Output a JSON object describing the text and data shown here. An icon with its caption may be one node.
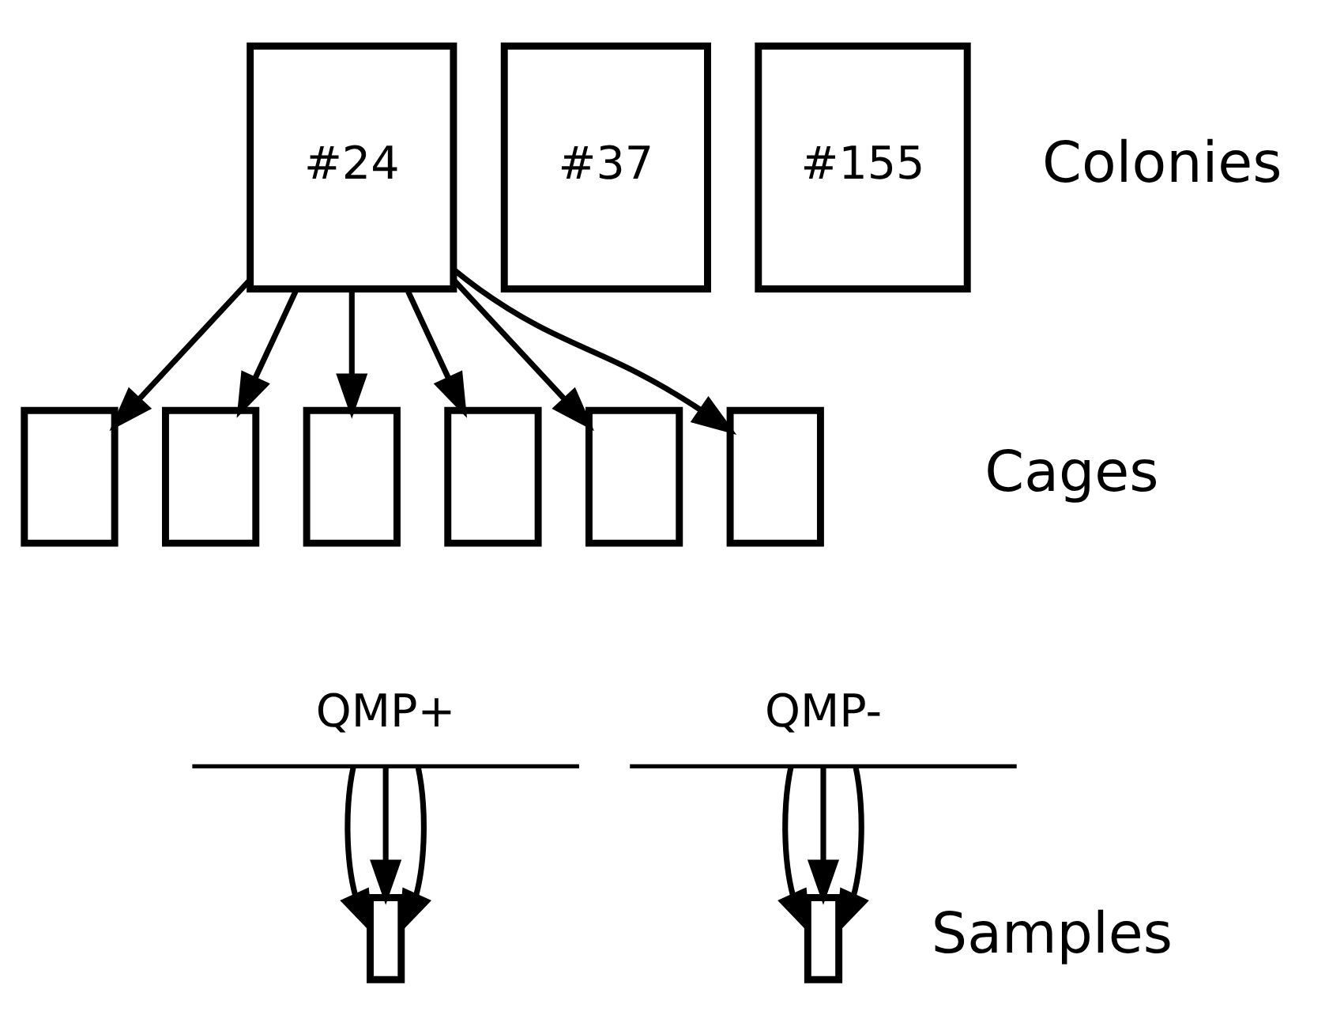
{
  "diagram": {
    "nodes": [
      {
        "text": [
          "#24"
        ]
      },
      {
        "text": [
          "#37"
        ]
      },
      {
        "text": [
          "#155"
        ]
      },
      {
        "text": [],
        "shape": "box"
      },
      {
        "text": [],
        "shape": "box"
      },
      {
        "text": [],
        "shape": "box"
      },
      {
        "text": [],
        "shape": "box"
      },
      {
        "text": [],
        "shape": "box"
      },
      {
        "text": [],
        "shape": "box"
      },
      {
        "text": [
          "QMP+"
        ]
      },
      {
        "text": [
          "QMP-"
        ]
      },
      {
        "text": [],
        "shape": "box"
      },
      {
        "text": [],
        "shape": "box"
      }
    ],
    "edges": [
      {
        "from": 0,
        "to": 3,
        "arrow": "to"
      },
      {
        "from": 0,
        "to": 4,
        "arrow": "to"
      },
      {
        "from": 0,
        "to": 5,
        "arrow": "to"
      },
      {
        "from": 0,
        "to": 6,
        "arrow": "to"
      },
      {
        "from": 0,
        "to": 7,
        "arrow": "to"
      },
      {
        "from": 0,
        "to": 8,
        "arrow": "to"
      },
      {
        "from": 9,
        "to": 11,
        "arrow": "to"
      },
      {
        "from": 9,
        "to": 11,
        "arrow": "to"
      },
      {
        "from": 9,
        "to": 11,
        "arrow": "to"
      },
      {
        "from": 10,
        "to": 12,
        "arrow": "to"
      },
      {
        "from": 10,
        "to": 12,
        "arrow": "to"
      },
      {
        "from": 10,
        "to": 12,
        "arrow": "to"
      }
    ],
    "labels": [
      "Colonies",
      "Cages",
      "Samples"
    ]
  }
}
